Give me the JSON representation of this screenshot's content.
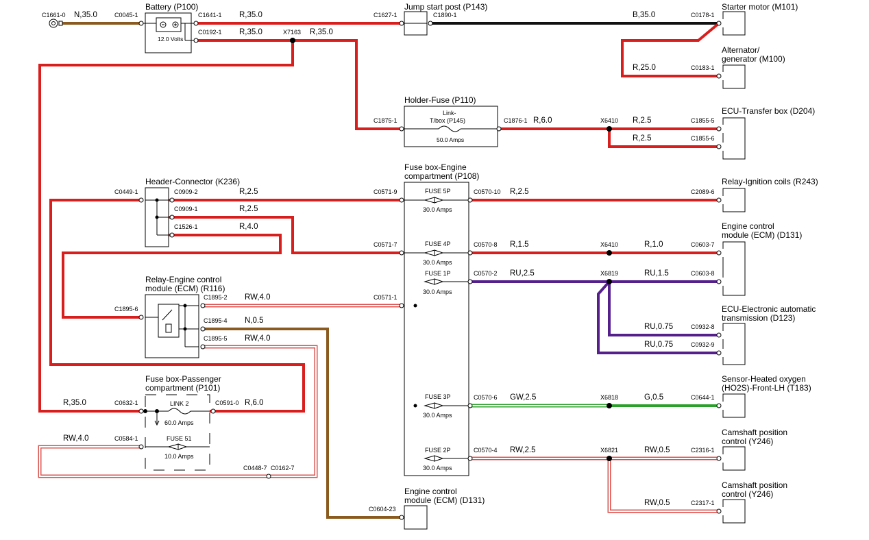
{
  "colors": {
    "red": "#d91e1e",
    "black": "#111111",
    "brown": "#8a5a1e",
    "purple": "#55208c",
    "green": "#2ca02c",
    "red_white_outline": "#d9534f",
    "green_white_outline": "#2ca02c"
  },
  "components": {
    "battery": "Battery (P100)",
    "battery_volts": "12.0 Volts",
    "jump_start": "Jump start post (P143)",
    "starter": "Starter motor (M101)",
    "alternator_1": "Alternator/",
    "alternator_2": "generator (M100)",
    "holder_fuse": "Holder-Fuse (P110)",
    "link_tbox_1": "Link-",
    "link_tbox_2": "T/box (P145)",
    "link_amps": "50.0 Amps",
    "ecu_transfer": "ECU-Transfer box (D204)",
    "fusebox_engine_1": "Fuse box-Engine",
    "fusebox_engine_2": "compartment (P108)",
    "header_conn": "Header-Connector (K236)",
    "relay_ignition": "Relay-Ignition coils (R243)",
    "ecm_1": "Engine control",
    "ecm_2": "module (ECM) (D131)",
    "relay_ecm_1": "Relay-Engine control",
    "relay_ecm_2": "module (ECM) (R116)",
    "ecu_trans_1": "ECU-Electronic automatic",
    "ecu_trans_2": "transmission (D123)",
    "fusebox_pass_1": "Fuse box-Passenger",
    "fusebox_pass_2": "compartment (P101)",
    "link2": "LINK 2",
    "link2_amps": "60.0 Amps",
    "fuse51": "FUSE 51",
    "fuse51_amps": "10.0 Amps",
    "sensor_1": "Sensor-Heated oxygen",
    "sensor_2": "(HO2S)-Front-LH (T183)",
    "cam1_1": "Camshaft position",
    "cam1_2": "control (Y246)",
    "cam2_1": "Camshaft position",
    "cam2_2": "control (Y246)",
    "ecm_bottom_1": "Engine control",
    "ecm_bottom_2": "module (ECM) (D131)"
  },
  "fuses": {
    "f5p": "FUSE 5P",
    "f5p_amps": "30.0 Amps",
    "f4p": "FUSE 4P",
    "f4p_amps": "30.0 Amps",
    "f1p": "FUSE 1P",
    "f1p_amps": "30.0 Amps",
    "f3p": "FUSE 3P",
    "f3p_amps": "30.0 Amps",
    "f2p": "FUSE 2P",
    "f2p_amps": "30.0 Amps"
  },
  "connectors": {
    "c1661": "C1661-0",
    "c0045": "C0045-1",
    "c1641": "C1641-1",
    "c0192": "C0192-1",
    "c1627": "C1627-1",
    "c1890": "C1890-1",
    "c0178": "C0178-1",
    "c0183": "C0183-1",
    "x7163": "X7163",
    "c1875": "C1875-1",
    "c1876": "C1876-1",
    "x6410a": "X6410",
    "c1855_5": "C1855-5",
    "c1855_6": "C1855-6",
    "c0449": "C0449-1",
    "c0909_2": "C0909-2",
    "c0909_1": "C0909-1",
    "c1526": "C1526-1",
    "c0571_9": "C0571-9",
    "c0570_10": "C0570-10",
    "c2089": "C2089-6",
    "c0571_7": "C0571-7",
    "c0570_8": "C0570-8",
    "x6410b": "X6410",
    "c0603_7": "C0603-7",
    "c0570_2": "C0570-2",
    "x6819": "X6819",
    "c0603_8": "C0603-8",
    "c1895_2": "C1895-2",
    "c0571_1": "C0571-1",
    "c1895_6": "C1895-6",
    "c1895_4": "C1895-4",
    "c1895_5": "C1895-5",
    "c0932_8": "C0932-8",
    "c0932_9": "C0932-9",
    "c0632": "C0632-1",
    "c0591": "C0591-0",
    "c0570_6": "C0570-6",
    "x6818": "X6818",
    "c0644": "C0644-1",
    "c0584": "C0584-1",
    "c0570_4": "C0570-4",
    "x6821": "X6821",
    "c2316": "C2316-1",
    "c0448": "C0448-7",
    "c0162": "C0162-7",
    "c0604": "C0604-23",
    "c2317": "C2317-1"
  },
  "wires": {
    "n35": "N,35.0",
    "r35a": "R,35.0",
    "r35b": "R,35.0",
    "r35c": "R,35.0",
    "b35": "B,35.0",
    "r25": "R,25.0",
    "r6a": "R,6.0",
    "r25_5": "R,2.5",
    "r25_6": "R,2.5",
    "r25_hc1": "R,2.5",
    "r25_hc2": "R,2.5",
    "r4_hc": "R,4.0",
    "r25_fuse5": "R,2.5",
    "r15": "R,1.5",
    "r10": "R,1.0",
    "ru25": "RU,2.5",
    "ru15": "RU,1.5",
    "rw40a": "RW,4.0",
    "n05": "N,0.5",
    "rw40b": "RW,4.0",
    "ru075a": "RU,0.75",
    "ru075b": "RU,0.75",
    "r35d": "R,35.0",
    "r6b": "R,6.0",
    "gw25": "GW,2.5",
    "g05": "G,0.5",
    "rw40c": "RW,4.0",
    "rw25": "RW,2.5",
    "rw05a": "RW,0.5",
    "rw05b": "RW,0.5"
  }
}
